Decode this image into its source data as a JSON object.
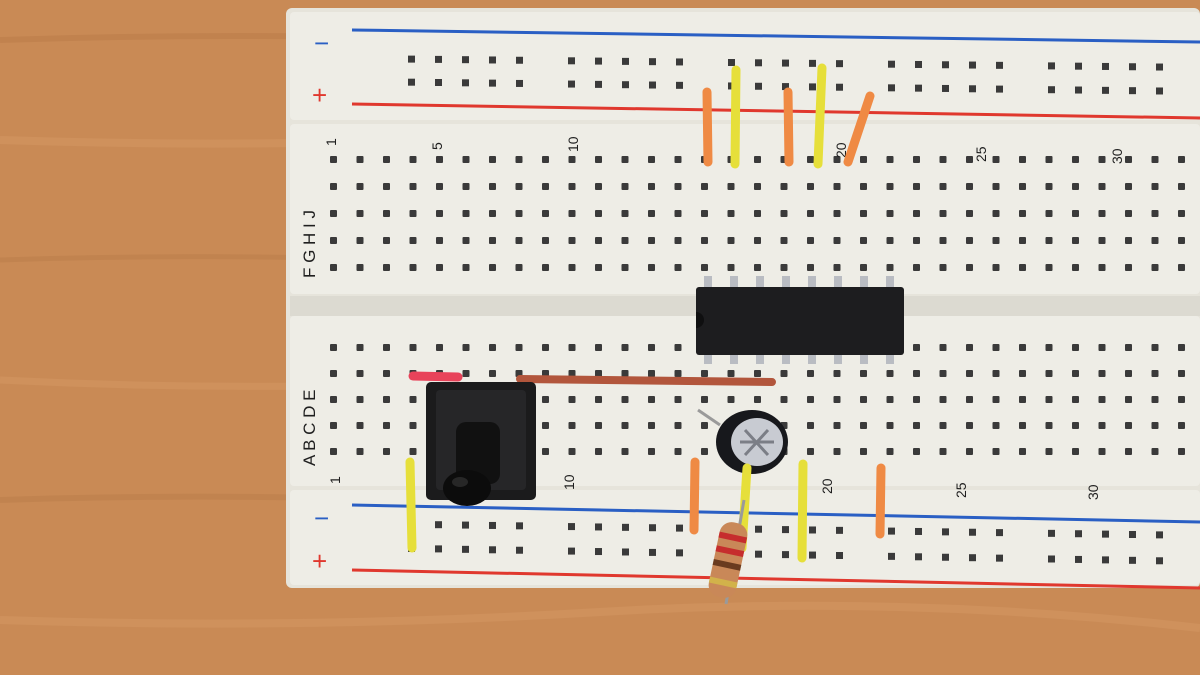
{
  "colors": {
    "table": "#c98a55",
    "board": "#ecebe4",
    "rail_blue": "#2a5fc4",
    "rail_red": "#e0382e",
    "chip": "#1d1d1f",
    "wire_orange": "#ef8a44",
    "wire_yellow": "#e6df3a",
    "wire_brown": "#b2563c",
    "wire_red": "#e8435a"
  },
  "top_rail": {
    "minus": "−",
    "plus": "+"
  },
  "bottom_rail": {
    "minus": "−",
    "plus": "+"
  },
  "top_block": {
    "rows_label": "F G H I J",
    "col_numbers": [
      "1",
      "5",
      "10",
      "20",
      "25",
      "30"
    ]
  },
  "bottom_block": {
    "rows_label": "A B C D E",
    "col_numbers": [
      "1",
      "10",
      "20",
      "25",
      "30"
    ]
  },
  "components": [
    "ic-chip",
    "push-button",
    "electrolytic-capacitor",
    "resistor"
  ]
}
